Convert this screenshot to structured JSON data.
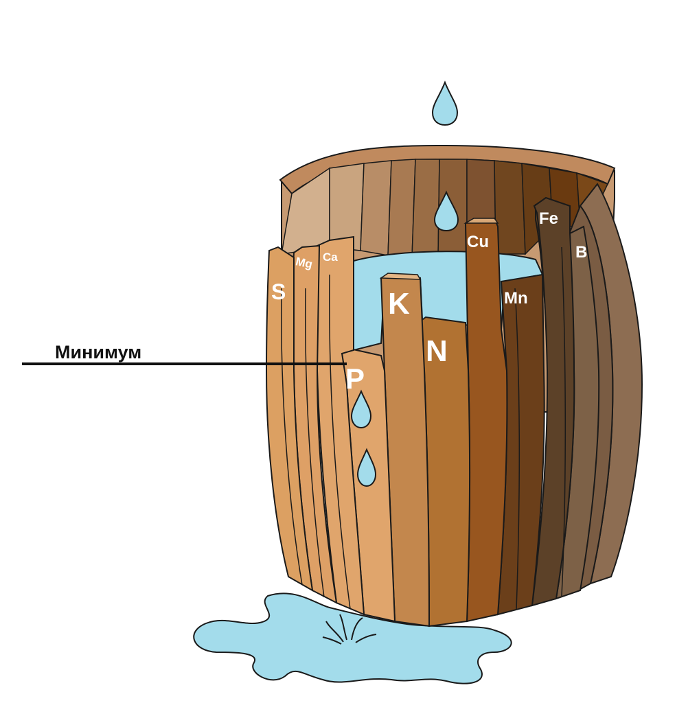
{
  "minimum_label": "Минимум",
  "staves": {
    "S": "S",
    "Mg": "Mg",
    "Ca": "Ca",
    "P": "P",
    "K": "K",
    "N": "N",
    "Cu": "Cu",
    "Mn": "Mn",
    "Fe": "Fe",
    "B": "B"
  },
  "colors": {
    "water": "#a3dceb",
    "outline": "#1a1a1a",
    "stave_light": "#e2a56b",
    "stave_mid": "#c98b4f",
    "stave_orange": "#b5712f",
    "stave_brown": "#8c5423",
    "stave_dark": "#5e3c21"
  }
}
